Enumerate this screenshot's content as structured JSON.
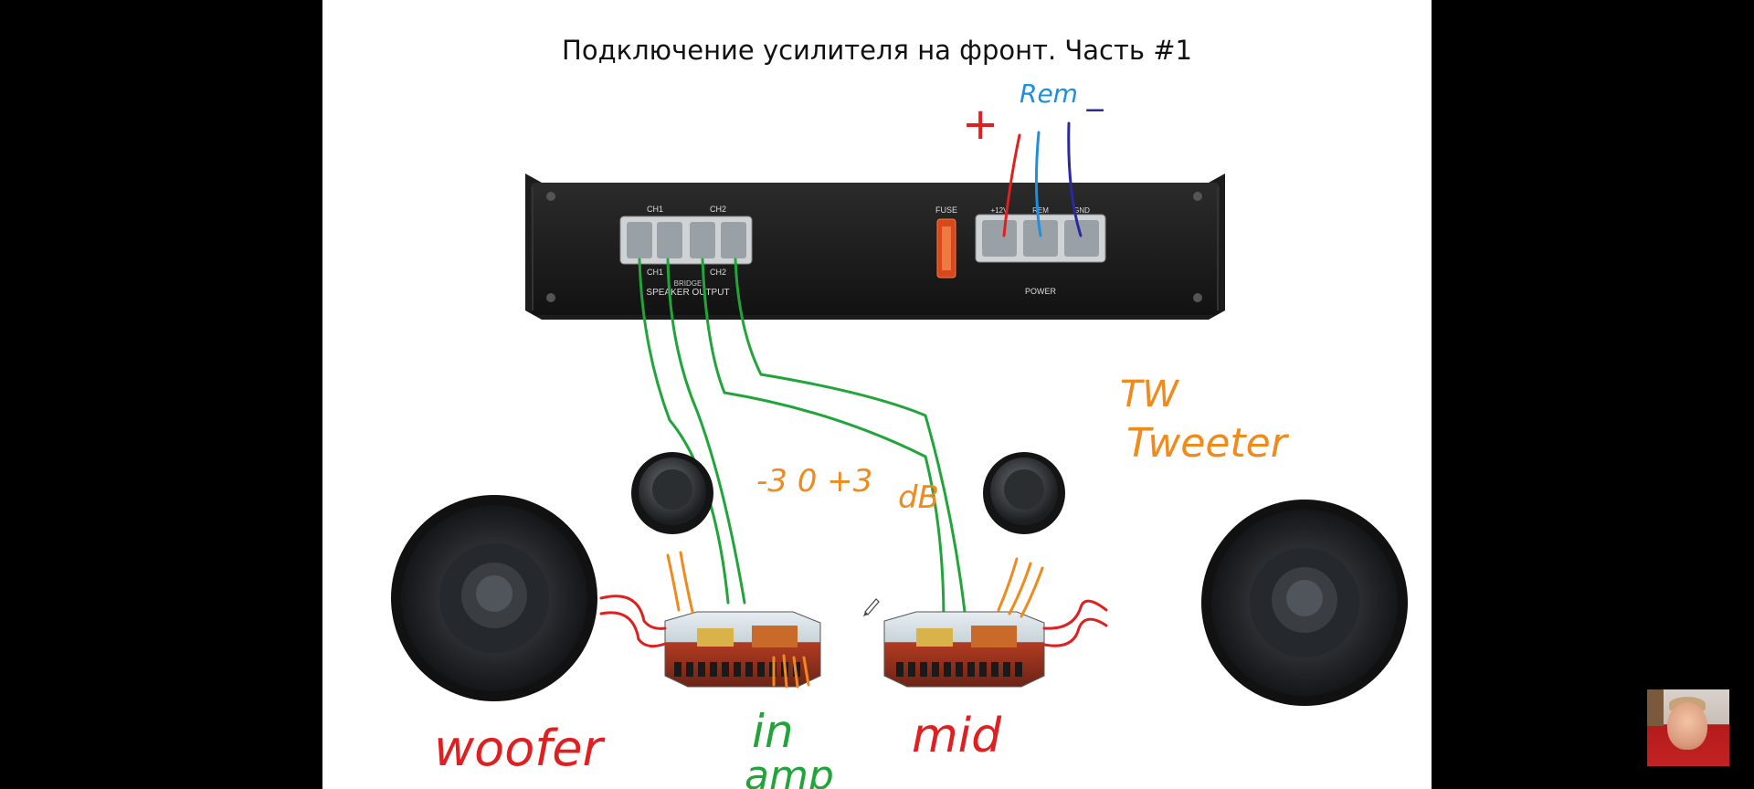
{
  "slide": {
    "title": "Подключение усилителя на фронт. Часть #1"
  },
  "amplifier": {
    "channel_labels": [
      "CH1",
      "CH2"
    ],
    "bridge_channel_labels": [
      "CH1",
      "CH2"
    ],
    "bridge_label": "BRIDGE",
    "speaker_output_label": "SPEAKER OUTPUT",
    "fuse_label": "FUSE",
    "power_terminal_labels": [
      "+12V",
      "REM",
      "GND"
    ],
    "power_label": "POWER"
  },
  "annotations": {
    "plus": "+",
    "rem": "Rem",
    "minus": "−",
    "tw": "TW",
    "tweeter": "Tweeter",
    "gain_range": "-3 0 +3",
    "db": "dB",
    "woofer": "woofer",
    "in": "in",
    "amp": "amp",
    "mid": "mid"
  },
  "colors": {
    "background": "#000000",
    "slide": "#ffffff",
    "wire_positive": "#e02020",
    "wire_remote": "#1e8fe0",
    "wire_ground": "#2a2aa0",
    "wire_speaker": "#21a53a",
    "wire_orange": "#f08a1c",
    "label_red": "#e02020",
    "label_orange": "#f08a1c",
    "label_green": "#21a53a",
    "label_blue": "#1e8fe0",
    "amp_body": "#1a1a1a"
  }
}
